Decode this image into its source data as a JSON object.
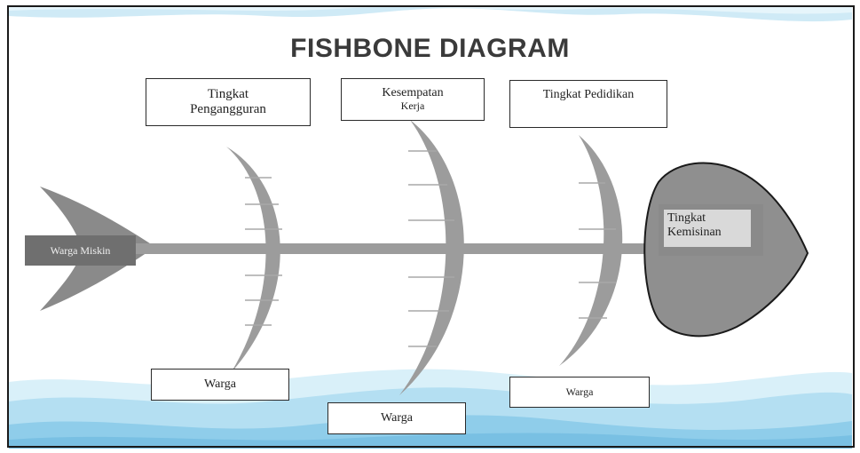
{
  "title": "FISHBONE DIAGRAM",
  "effect": {
    "line1": "Tingkat",
    "line2": "Kemisinan"
  },
  "tail_label": "Warga Miskin",
  "causes_top": [
    {
      "line1": "Tingkat",
      "line2": "Pengangguran"
    },
    {
      "line1": "Kesempatan",
      "line2": "Kerja"
    },
    {
      "line1": "Tingkat Pedidikan",
      "line2": ""
    }
  ],
  "causes_bottom": [
    {
      "label": "Warga"
    },
    {
      "label": "Warga"
    },
    {
      "label": "Warga"
    }
  ],
  "colors": {
    "bone": "#9c9c9c",
    "bone_dark": "#8a8a8a",
    "head_fill": "#8f8f8f",
    "head_outline": "#1a1a1a",
    "wave_light": "#d6eef8",
    "wave_mid": "#b4dff2",
    "wave_deep": "#86c8e8",
    "title_text": "#3a3a3a"
  }
}
